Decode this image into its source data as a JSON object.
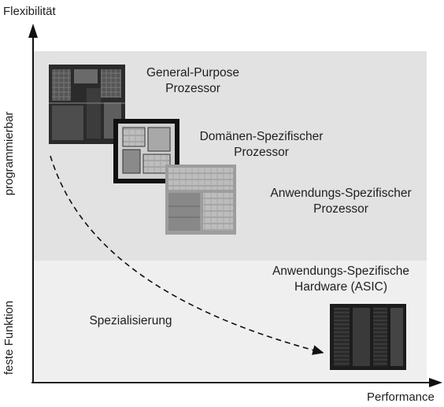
{
  "axes": {
    "y_title": "Flexibilität",
    "x_title": "Performance",
    "band_upper": "programmierbar",
    "band_lower": "feste Funktion"
  },
  "categories": [
    {
      "id": "gpp",
      "line1": "General-Purpose",
      "line2": "Prozessor"
    },
    {
      "id": "dsp",
      "line1": "Domänen-Spezifischer",
      "line2": "Prozessor"
    },
    {
      "id": "asp",
      "line1": "Anwendungs-Spezifischer",
      "line2": "Prozessor"
    },
    {
      "id": "asic",
      "line1": "Anwendungs-Spezifische",
      "line2": "Hardware (ASIC)"
    }
  ],
  "trend_label": "Spezialisierung",
  "colors": {
    "programmable_band": "#e2e2e2",
    "fixed_band": "#efefef",
    "axis": "#111111"
  },
  "icons": {
    "gpp": "general-purpose-die-icon",
    "dsp": "domain-specific-die-icon",
    "asp": "application-specific-die-icon",
    "asic": "asic-chip-icon"
  }
}
